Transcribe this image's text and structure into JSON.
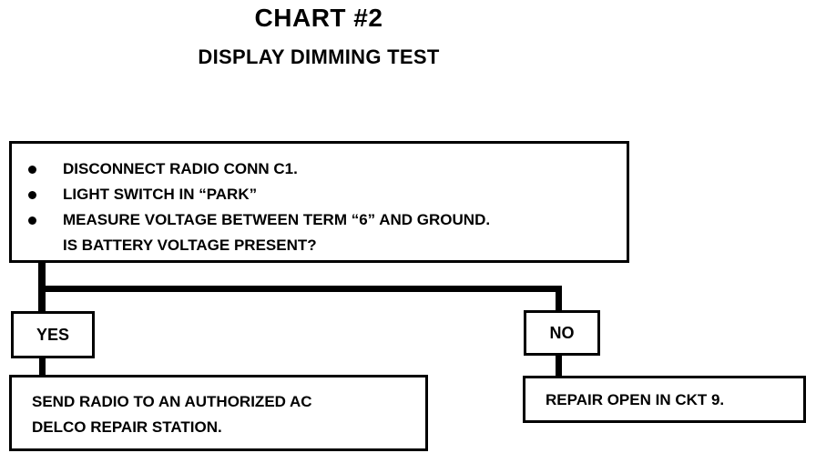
{
  "title": "CHART #2",
  "subtitle": "DISPLAY DIMMING TEST",
  "question_box": {
    "steps": [
      "DISCONNECT RADIO CONN C1.",
      "LIGHT SWITCH IN “PARK”",
      "MEASURE VOLTAGE BETWEEN TERM “6” AND GROUND."
    ],
    "question": "IS BATTERY VOLTAGE PRESENT?"
  },
  "branches": {
    "yes": {
      "label": "YES",
      "result_lines": [
        "SEND RADIO TO AN AUTHORIZED AC",
        "DELCO REPAIR STATION."
      ]
    },
    "no": {
      "label": "NO",
      "result_lines": [
        "REPAIR OPEN IN CKT 9."
      ]
    }
  }
}
